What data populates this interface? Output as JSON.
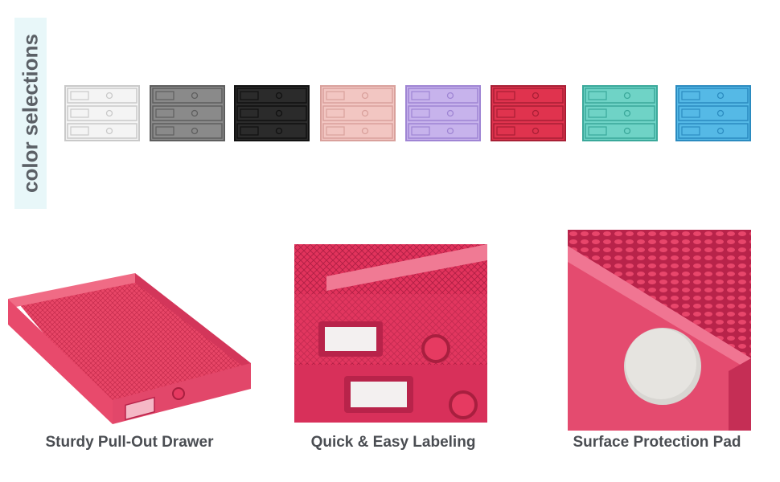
{
  "side_label": "color selections",
  "swatches": [
    {
      "icon": "white-organizer-icon",
      "color": "#f4f4f4",
      "dark": "#c9c9c9"
    },
    {
      "icon": "gray-organizer-icon",
      "color": "#8a8a8a",
      "dark": "#5e5e5e"
    },
    {
      "icon": "black-organizer-icon",
      "color": "#2b2b2b",
      "dark": "#111111"
    },
    {
      "icon": "pink-organizer-icon",
      "color": "#f2c6c2",
      "dark": "#d9a19c"
    },
    {
      "icon": "purple-organizer-icon",
      "color": "#c7b3ec",
      "dark": "#9f85d4"
    },
    {
      "icon": "red-organizer-icon",
      "color": "#e0334e",
      "dark": "#a81f35"
    },
    {
      "icon": "teal-organizer-icon",
      "color": "#6fd3c6",
      "dark": "#3aa89a"
    },
    {
      "icon": "blue-organizer-icon",
      "color": "#55b9e6",
      "dark": "#2b8bc0"
    }
  ],
  "features": [
    {
      "caption": "Sturdy Pull-Out Drawer",
      "icon": "pull-out-drawer-icon"
    },
    {
      "caption": "Quick & Easy Labeling",
      "icon": "label-slot-icon"
    },
    {
      "caption": "Surface Protection Pad",
      "icon": "felt-pad-icon"
    }
  ],
  "colors": {
    "accent": "#e63a61",
    "accent_dark": "#b8234a",
    "label_bg": "#e8f7f9",
    "text": "#4a4d52"
  }
}
